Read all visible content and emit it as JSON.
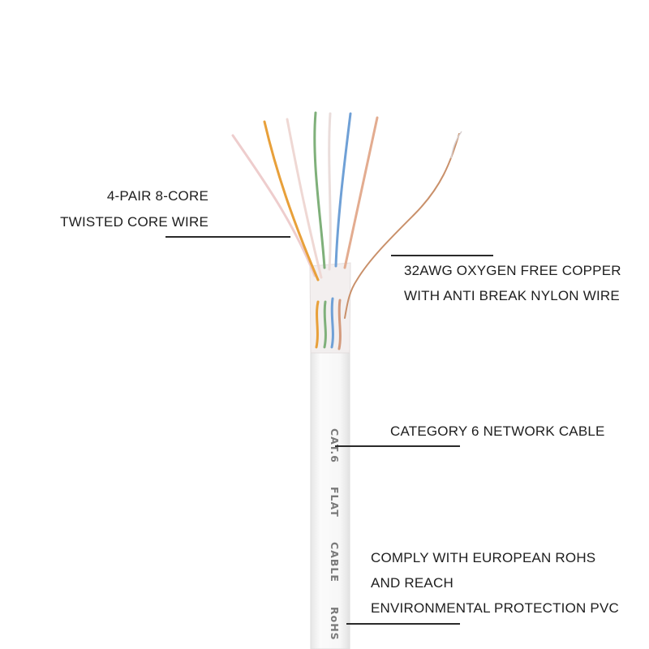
{
  "callouts": {
    "twisted_pair": {
      "line1": "4-PAIR 8-CORE",
      "line2": "TWISTED CORE WIRE"
    },
    "copper": {
      "line1": "32AWG OXYGEN FREE COPPER",
      "line2": "WITH ANTI BREAK NYLON WIRE"
    },
    "category": {
      "line1": "CATEGORY 6 NETWORK CABLE"
    },
    "compliance": {
      "line1": "COMPLY WITH EUROPEAN ROHS",
      "line2": "AND REACH",
      "line3": "ENVIRONMENTAL PROTECTION PVC"
    }
  },
  "jacket_print": [
    "CAT.6",
    "FLAT",
    "CABLE",
    "RoHS"
  ],
  "colors": {
    "jacket": "#f4f4f4",
    "wire_orange": "#e8a03a",
    "wire_green": "#7fb07a",
    "wire_blue": "#6fa0d6",
    "wire_brown": "#d49a7c",
    "wire_white": "#ecd6d4",
    "copper": "#c9906a"
  }
}
